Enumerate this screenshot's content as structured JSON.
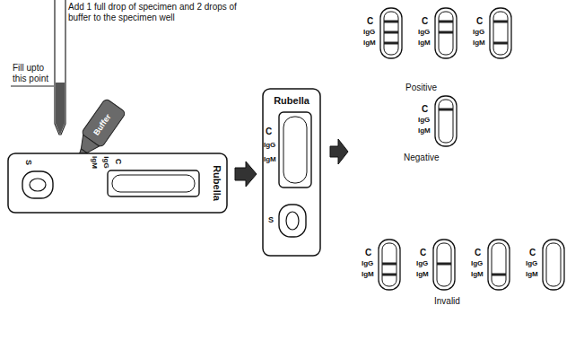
{
  "diagram": {
    "nodes": [
      {
        "text": [
          "S",
          "C",
          "IgG",
          "IgM",
          "Rubella"
        ]
      },
      {
        "text": [
          "Rubella",
          "C",
          "IgG",
          "IgM",
          "S"
        ]
      },
      {
        "text": [
          "C",
          "IgG",
          "IgM"
        ]
      },
      {
        "text": [
          "C",
          "IgG",
          "IgM"
        ]
      },
      {
        "text": [
          "C",
          "IgG",
          "IgM"
        ]
      },
      {
        "text": [
          "C",
          "IgG",
          "IgM"
        ]
      },
      {
        "text": [
          "C",
          "IgG",
          "IgM"
        ]
      },
      {
        "text": [
          "C",
          "IgG",
          "IgM"
        ]
      },
      {
        "text": [
          "C",
          "IgG",
          "IgM"
        ]
      },
      {
        "text": [
          "C",
          "IgG",
          "IgM"
        ]
      }
    ],
    "edges": [
      {
        "from": 0,
        "to": 1,
        "arrow": "to"
      }
    ],
    "labels": [
      "Add 1 full drop of specimen and 2 drops of buffer to the specimen well",
      "Fill upto this point",
      "Buffer",
      "Positive",
      "Negative",
      "Invalid"
    ]
  }
}
